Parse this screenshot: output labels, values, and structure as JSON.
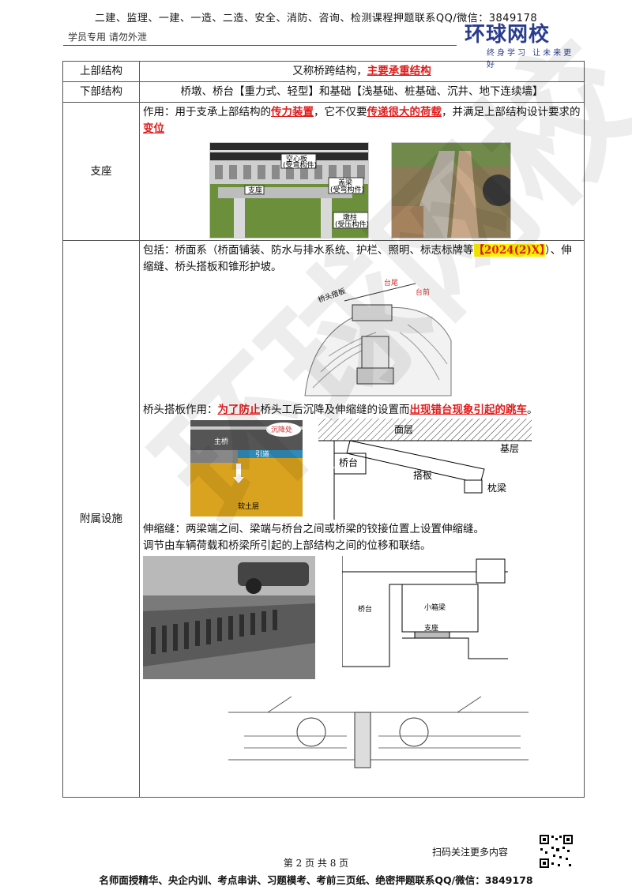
{
  "header": {
    "top_line": "二建、监理、一建、一造、二造、安全、消防、咨询、检测课程押题联系QQ/微信：3849178",
    "sub_line": "学员专用 请勿外泄",
    "logo_name": "环球网校",
    "logo_slogan": "终身学习 让未来更好"
  },
  "watermark_text": "环球网校",
  "rows": {
    "upper": {
      "label": "上部结构",
      "text_plain": "又称桥跨结构，",
      "text_red": "主要承重结构"
    },
    "lower": {
      "label": "下部结构",
      "text": "桥墩、桥台【重力式、轻型】和基础【浅基础、桩基础、沉井、地下连续墙】"
    },
    "bearing": {
      "label": "支座",
      "p1": "作用：用于支承上部结构的",
      "r1": "传力装置",
      "p2": "，它不仅要",
      "r2": "传递很大的荷载",
      "p3": "，并满足上部结构设计要求的",
      "r3": "变位",
      "diagram_labels": {
        "hollow_slab": "空心板",
        "hollow_slab_sub": "(受弯构件)",
        "bearing": "支座",
        "cap_beam": "盖梁",
        "cap_beam_sub": "(受弯构件)",
        "pier": "墩柱",
        "pier_sub": "(受压构件)"
      }
    },
    "accessory": {
      "label": "附属设施",
      "include_p1": "包括：桥面系（桥面铺装、防水与排水系统、护栏、照明、标志标牌等",
      "include_tag": "【2024(2)X】",
      "include_p2": "）、伸缩缝、桥头搭板和锥形护坡。",
      "cone_labels": {
        "slab": "桥头搭板",
        "tail": "台尾",
        "front": "台前"
      },
      "slab_p1": "桥头搭板作用：",
      "slab_r1": "为了防止",
      "slab_p2": "桥头工后沉降及伸缩缝的设置而",
      "slab_r2": "出现错台现象引起的跳车",
      "slab_p3": "。",
      "slab_img_labels": {
        "main_bridge": "主桥",
        "settle": "沉降处",
        "approach": "引道",
        "dirt": "软土层"
      },
      "slab_diagram_labels": {
        "surface": "面层",
        "base": "基层",
        "abutment": "桥台",
        "slab": "搭板",
        "sleeper": "枕梁"
      },
      "joint_p1": "伸缩缝：两梁端之间、梁端与桥台之间或桥梁的铰接位置上设置伸缩缝。",
      "joint_p2": "调节由车辆荷载和桥梁所引起的上部结构之间的位移和联结。",
      "joint_diagram_labels": {
        "abutment": "桥台",
        "small_beam": "小箱梁",
        "bearing": "支座"
      }
    }
  },
  "footer": {
    "scan_text": "扫码关注更多内容",
    "page": "第 2 页 共 8 页",
    "bottom_line": "名师面授精华、央企内训、考点串讲、习题模考、考前三页纸、绝密押题联系QQ/微信：3849178"
  }
}
